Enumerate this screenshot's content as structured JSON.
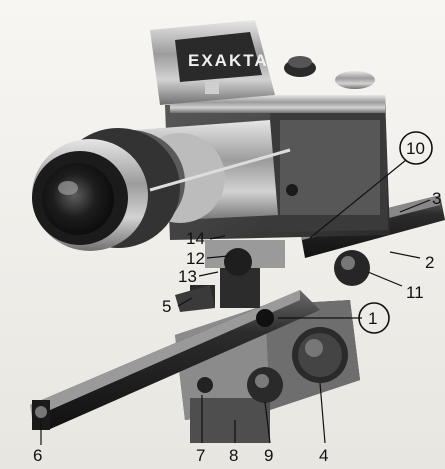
{
  "camera": {
    "brand": "EXAKTA"
  },
  "callouts": [
    {
      "id": "c1",
      "text": "1",
      "circled": true
    },
    {
      "id": "c2",
      "text": "2",
      "circled": false
    },
    {
      "id": "c3",
      "text": "3",
      "circled": false
    },
    {
      "id": "c4",
      "text": "4",
      "circled": false
    },
    {
      "id": "c5",
      "text": "5",
      "circled": false
    },
    {
      "id": "c6",
      "text": "6",
      "circled": false
    },
    {
      "id": "c7",
      "text": "7",
      "circled": false
    },
    {
      "id": "c8",
      "text": "8",
      "circled": false
    },
    {
      "id": "c9",
      "text": "9",
      "circled": false
    },
    {
      "id": "c10",
      "text": "10",
      "circled": true
    },
    {
      "id": "c11",
      "text": "11",
      "circled": false
    },
    {
      "id": "c12",
      "text": "12",
      "circled": false
    },
    {
      "id": "c13",
      "text": "13",
      "circled": false
    },
    {
      "id": "c14",
      "text": "14",
      "circled": false
    }
  ]
}
